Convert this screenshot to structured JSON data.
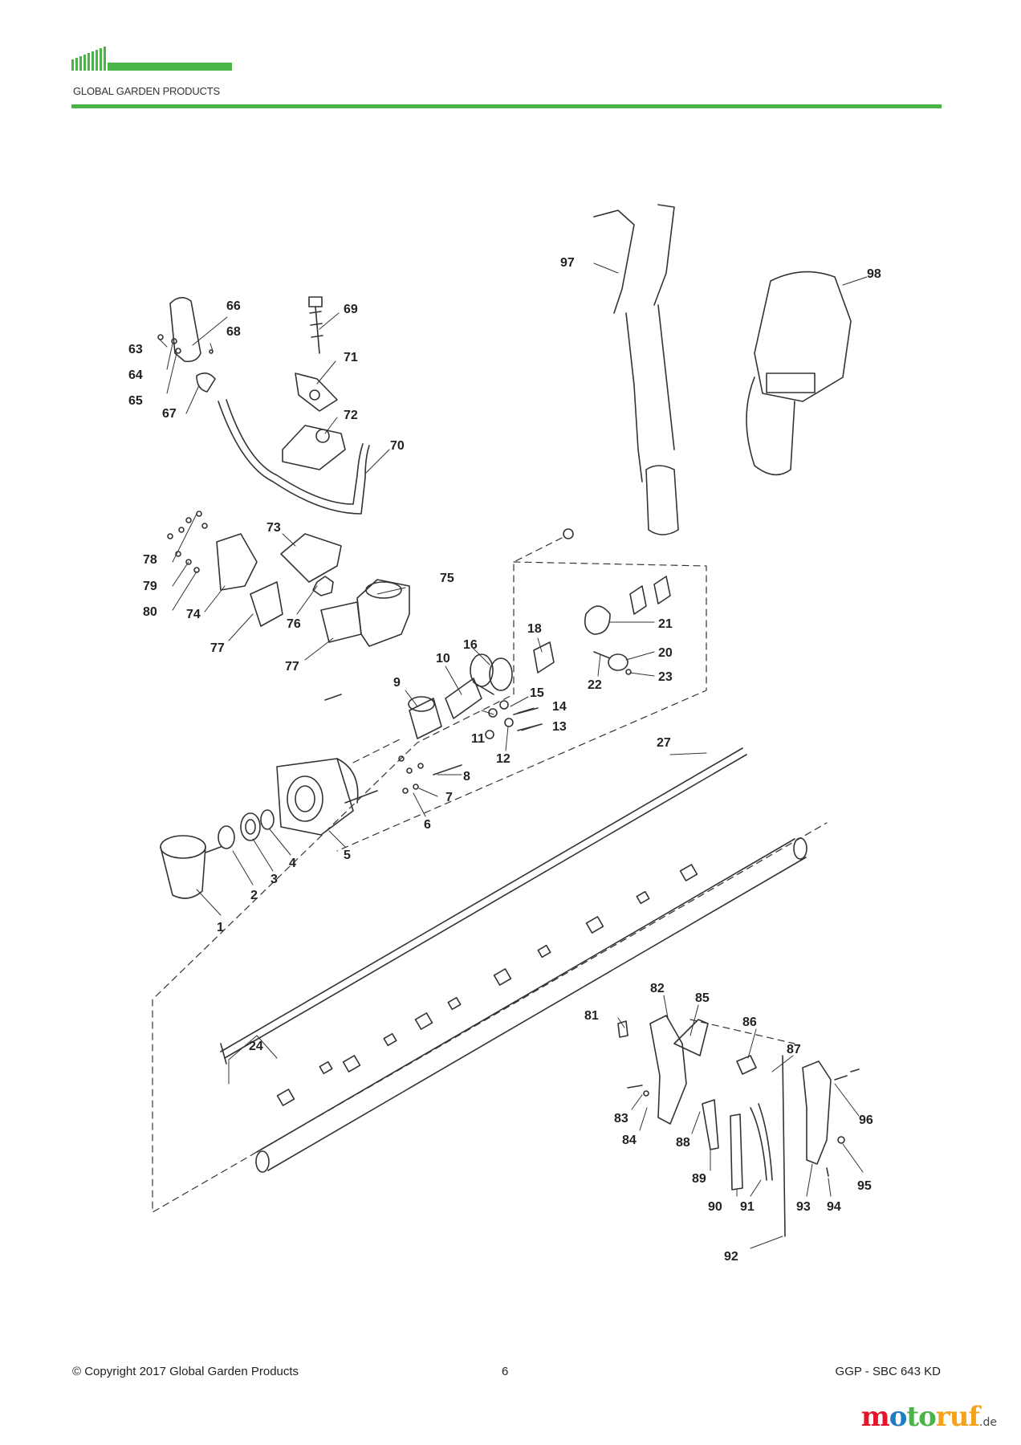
{
  "header": {
    "company": "GLOBAL GARDEN PRODUCTS",
    "accent_color": "#4bb447"
  },
  "diagram": {
    "part_numbers": [
      "1",
      "2",
      "3",
      "4",
      "5",
      "6",
      "7",
      "8",
      "9",
      "10",
      "11",
      "12",
      "13",
      "14",
      "15",
      "16",
      "18",
      "20",
      "21",
      "22",
      "23",
      "24",
      "27",
      "63",
      "64",
      "65",
      "66",
      "67",
      "68",
      "69",
      "70",
      "71",
      "72",
      "73",
      "74",
      "75",
      "76",
      "77",
      "77",
      "78",
      "79",
      "80",
      "81",
      "82",
      "83",
      "84",
      "85",
      "86",
      "87",
      "88",
      "89",
      "90",
      "91",
      "92",
      "93",
      "94",
      "95",
      "96",
      "97",
      "98"
    ]
  },
  "footer": {
    "copyright": "© Copyright 2017 Global Garden Products",
    "page_number": "6",
    "model": "GGP - SBC 643 KD"
  },
  "watermark": {
    "brand_parts": [
      "m",
      "o",
      "to",
      "ruf"
    ],
    "domain": ".de"
  }
}
